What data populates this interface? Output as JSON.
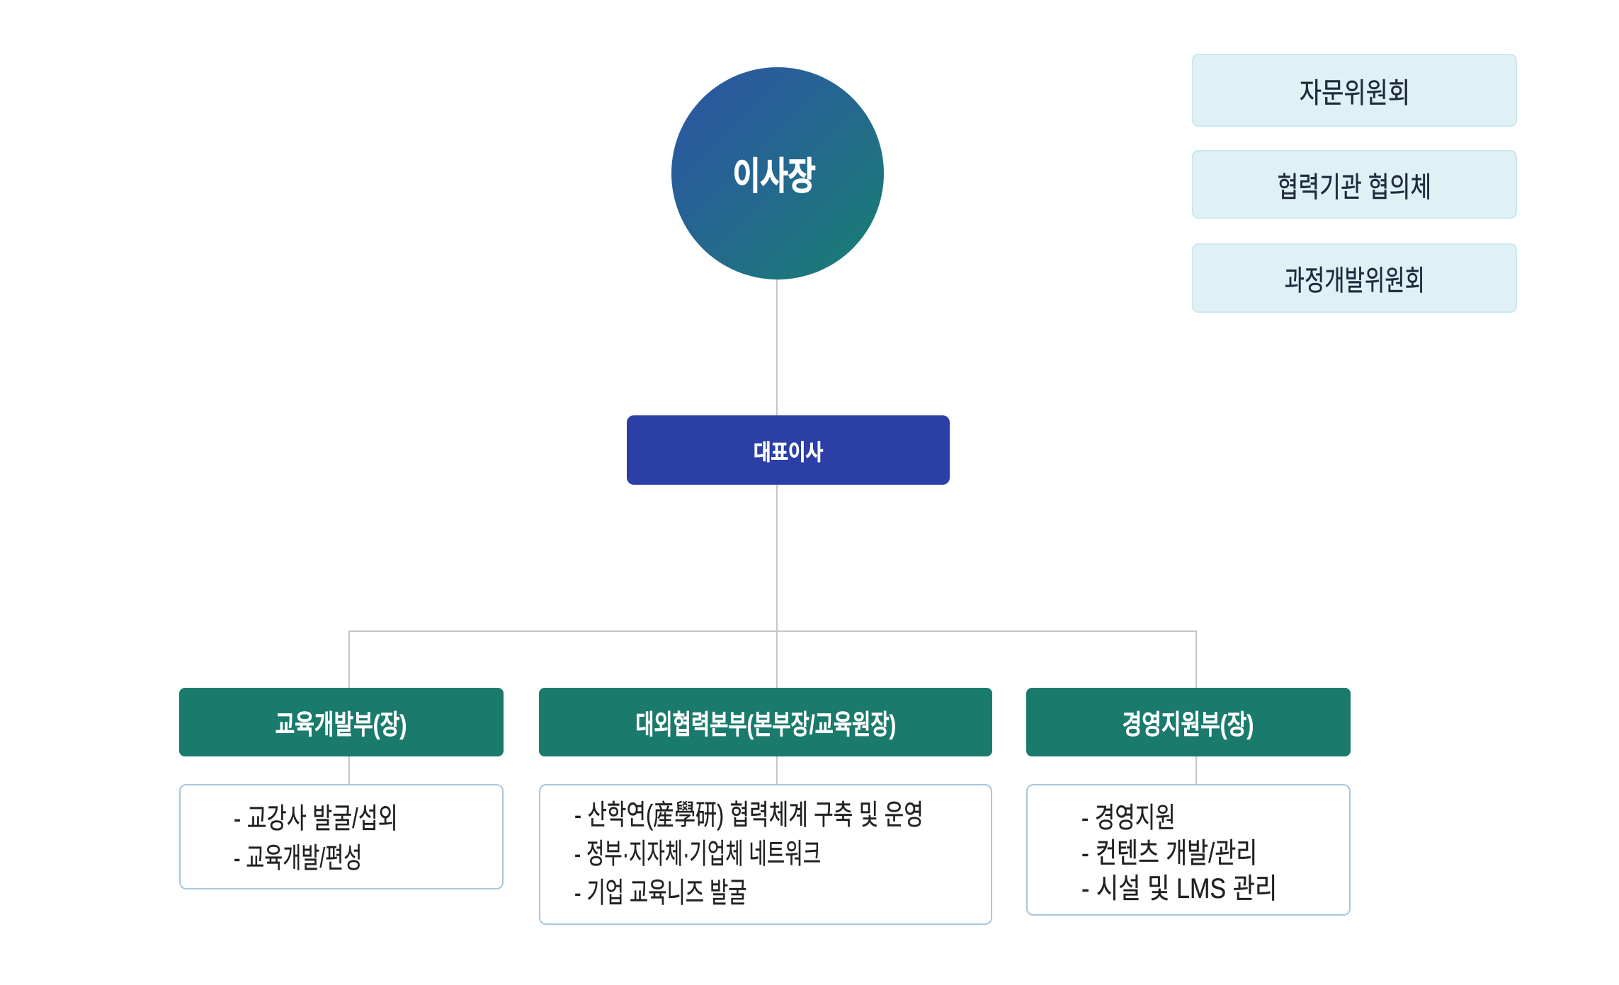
{
  "diagram": {
    "root": {
      "label": "이사장"
    },
    "ceo": {
      "label": "대표이사"
    },
    "committees": [
      {
        "label": "자문위원회"
      },
      {
        "label": "협력기관 협의체"
      },
      {
        "label": "과정개발위원회"
      }
    ],
    "departments": [
      {
        "label": "교육개발부(장)",
        "duties": [
          "- 교강사 발굴/섭외",
          "- 교육개발/편성"
        ]
      },
      {
        "label": "대외협력본부(본부장/교육원장)",
        "duties": [
          "- 산학연(産學研) 협력체계 구축 및 운영",
          "- 정부·지자체·기업체 네트워크",
          "- 기업 교육니즈 발굴"
        ]
      },
      {
        "label": "경영지원부(장)",
        "duties": [
          "- 경영지원",
          "- 컨텐츠 개발/관리",
          "- 시설 및 LMS 관리"
        ]
      }
    ],
    "colors": {
      "circle_gradient_start": "#2e53a6",
      "circle_gradient_end": "#17806f",
      "ceo_box": "#2b3fa6",
      "department_box": "#1a7a6b",
      "committee_bg": "#e0f1f6",
      "committee_border": "#cbe7ef",
      "committee_text": "#1e2b3c",
      "duty_text": "#212121",
      "detail_border": "#a9c7db",
      "connector_line": "#c6c6c6"
    }
  }
}
